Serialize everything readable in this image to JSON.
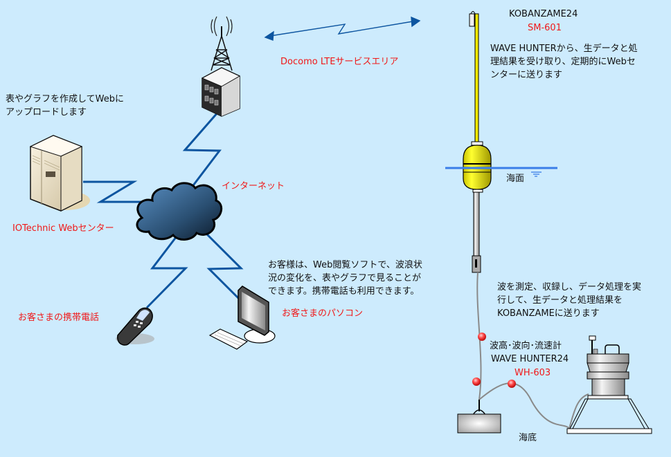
{
  "labels": {
    "web_upload_desc": [
      "表やグラフを作成してWebに",
      "アップロードします"
    ],
    "lte_area": "Docomo LTEサービスエリア",
    "internet": "インターネット",
    "web_center": "IOTechnic Webセンター",
    "customer_desc": [
      "お客様は、Web閲覧ソフトで、波浪状",
      "況の変化を、表やグラフで見ることが",
      "できます。携帯電話も利用できます。"
    ],
    "customer_phone": "お客さまの携帯電話",
    "customer_pc": "お客さまのパソコン",
    "kobanzame_name": "KOBANZAME24",
    "kobanzame_model": "SM-601",
    "kobanzame_desc": [
      "WAVE HUNTERから、生データと処",
      "理結果を受け取り、定期的にWebセ",
      "ンターに送ります"
    ],
    "sea_surface": "海面",
    "wavehunter_desc": [
      "波を測定、収録し、データ処理を実",
      "行して、生データと処理結果を",
      "KOBANZAMEに送ります"
    ],
    "wavehunter_type": "波高･波向･流速計",
    "wavehunter_name": "WAVE HUNTER24",
    "wavehunter_model": "WH-603",
    "sea_bottom": "海底"
  },
  "colors": {
    "background": "#cdebfd",
    "link_line": "#0d55a0",
    "accent_red": "#f01818",
    "buoy_yellow": "#f2ea00",
    "sea_line": "#3a7de8"
  }
}
